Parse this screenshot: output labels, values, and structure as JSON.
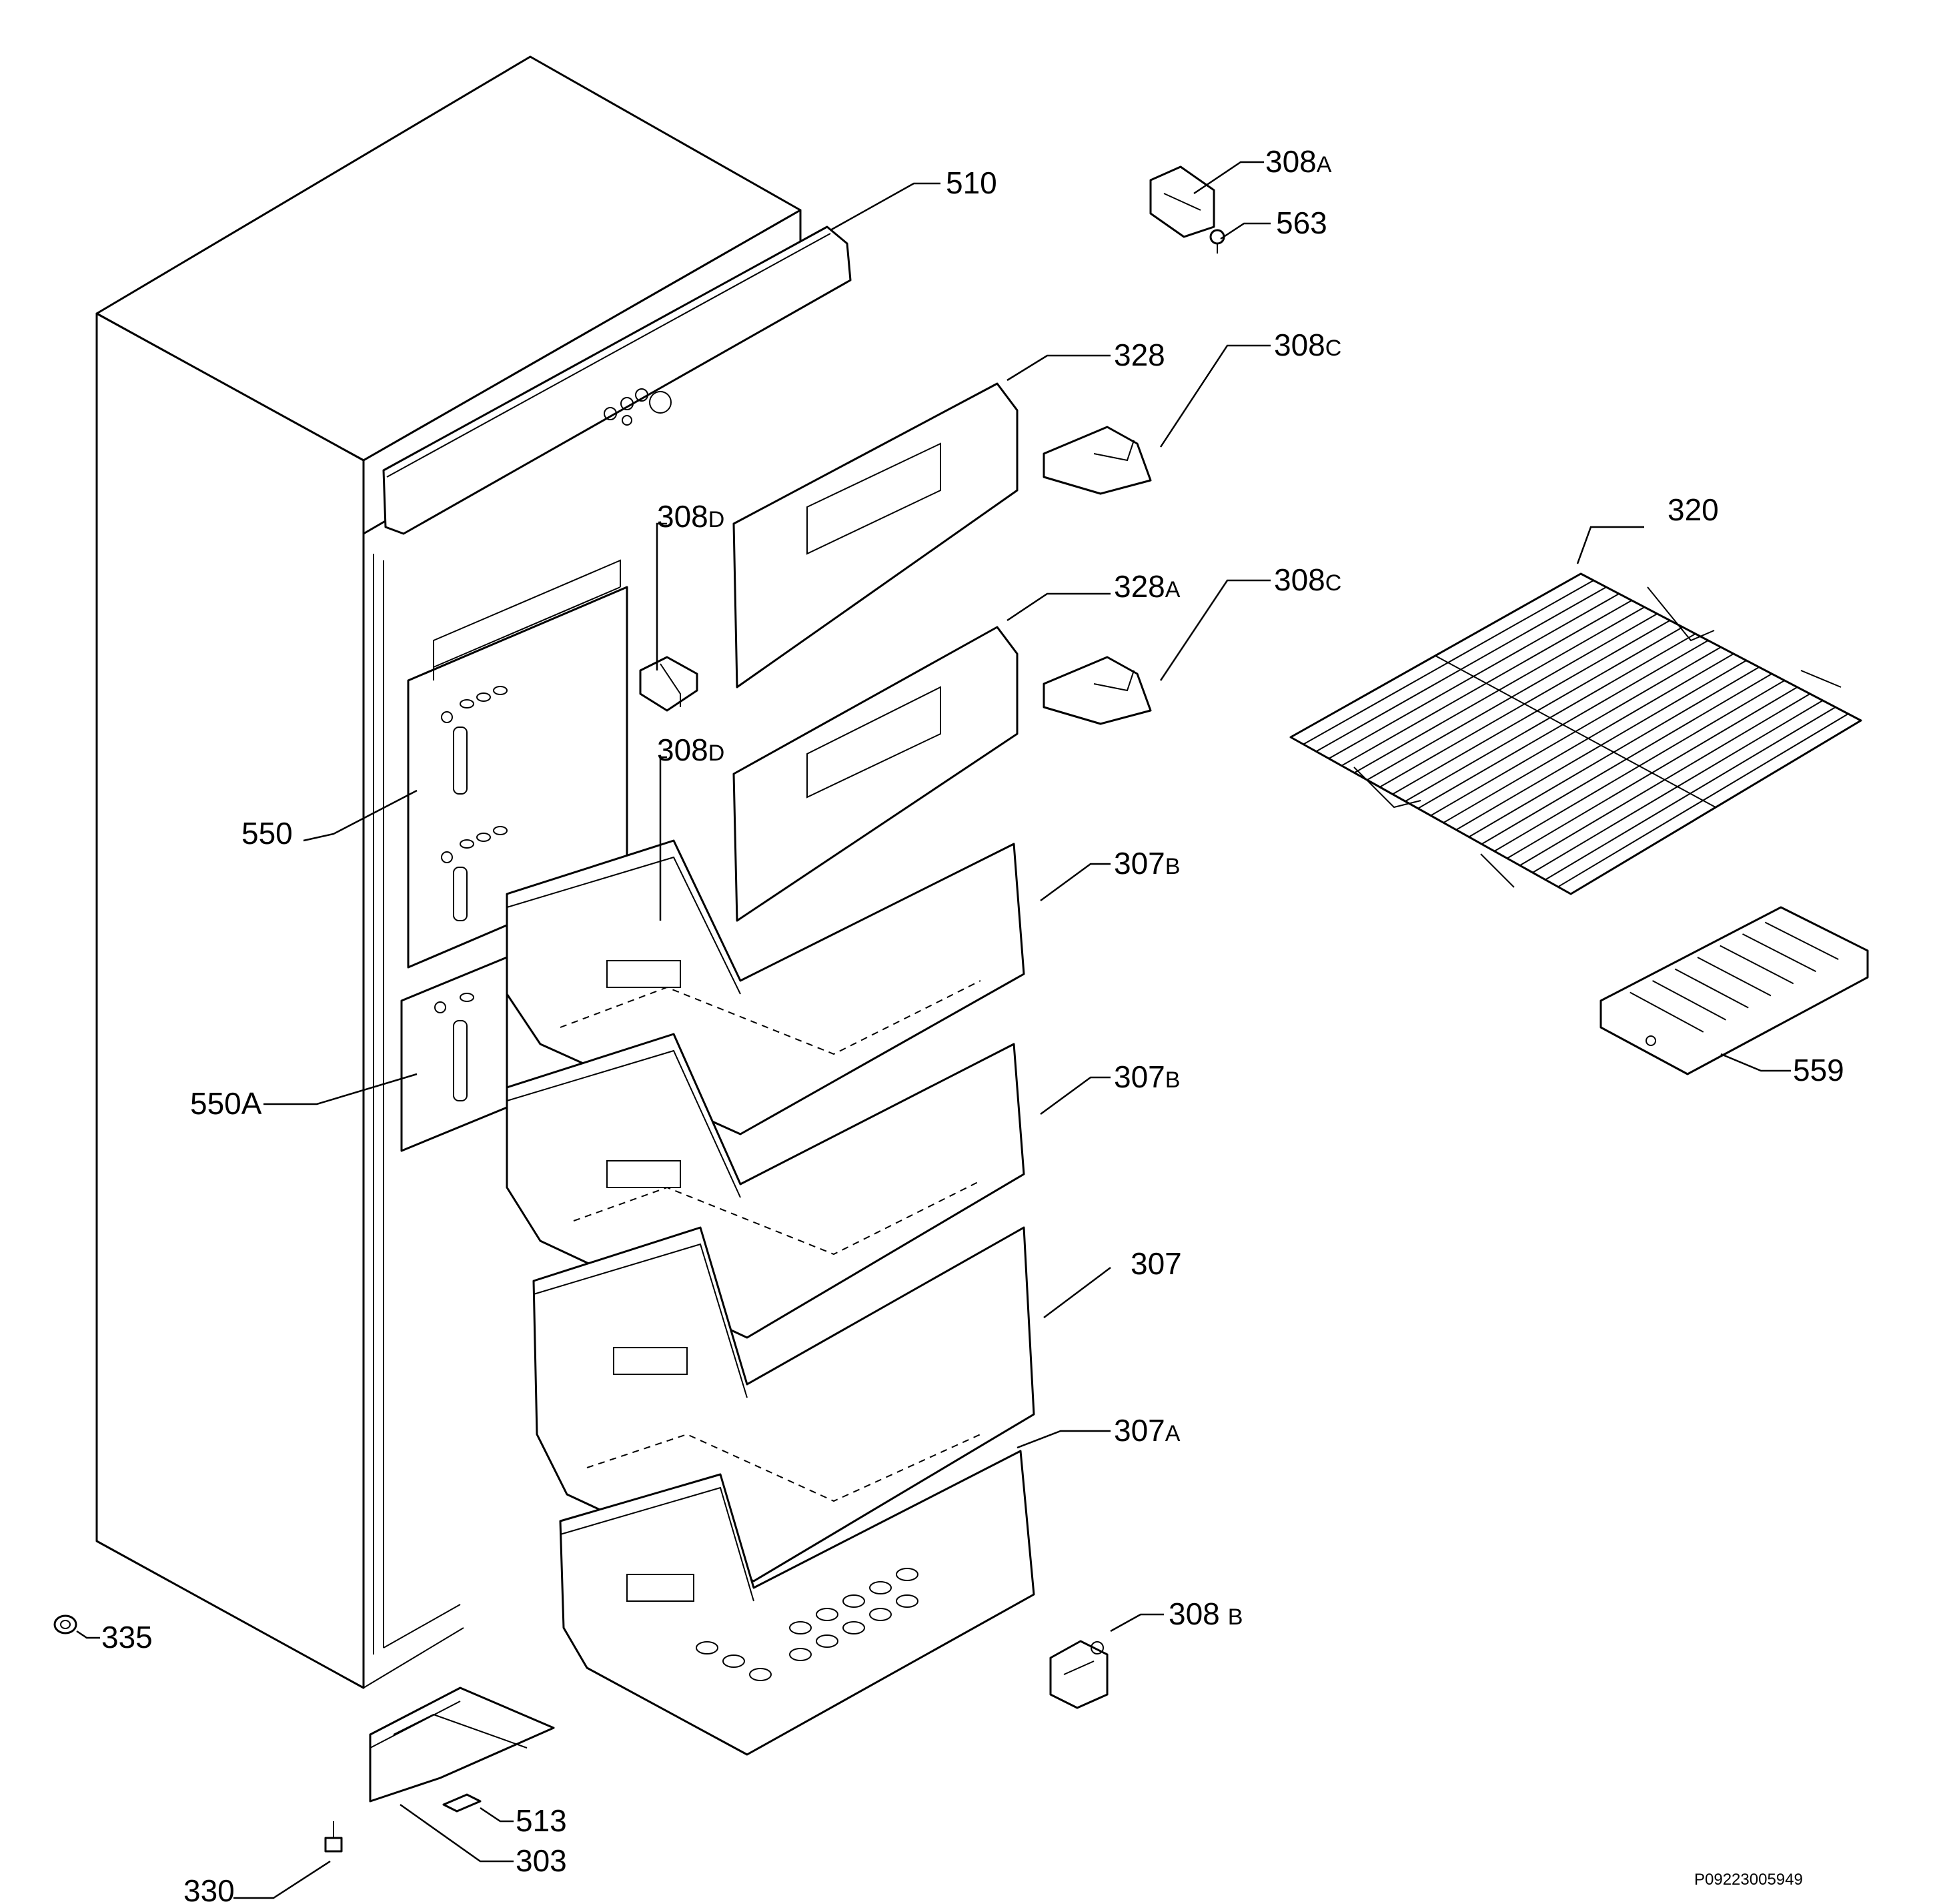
{
  "diagram": {
    "code": "P09223005949",
    "parts": [
      {
        "id": "p510",
        "num": "510",
        "suffix": ""
      },
      {
        "id": "p308A",
        "num": "308",
        "suffix": "A"
      },
      {
        "id": "p563",
        "num": "563",
        "suffix": ""
      },
      {
        "id": "p328",
        "num": "328",
        "suffix": ""
      },
      {
        "id": "p308C1",
        "num": "308",
        "suffix": "C"
      },
      {
        "id": "p320",
        "num": "320",
        "suffix": ""
      },
      {
        "id": "p308D1",
        "num": "308",
        "suffix": "D"
      },
      {
        "id": "p328A",
        "num": "328",
        "suffix": "A"
      },
      {
        "id": "p308C2",
        "num": "308",
        "suffix": "C"
      },
      {
        "id": "p308D2",
        "num": "308",
        "suffix": "D"
      },
      {
        "id": "p550",
        "num": "550",
        "suffix": ""
      },
      {
        "id": "p307B1",
        "num": "307",
        "suffix": "B"
      },
      {
        "id": "p559",
        "num": "559",
        "suffix": ""
      },
      {
        "id": "p307B2",
        "num": "307",
        "suffix": "B"
      },
      {
        "id": "p550A",
        "num": "550A",
        "suffix": ""
      },
      {
        "id": "p307",
        "num": "307",
        "suffix": ""
      },
      {
        "id": "p307A",
        "num": "307",
        "suffix": "A"
      },
      {
        "id": "p308B",
        "num": "308",
        "suffix": "B"
      },
      {
        "id": "p335",
        "num": "335",
        "suffix": ""
      },
      {
        "id": "p513",
        "num": "513",
        "suffix": ""
      },
      {
        "id": "p303",
        "num": "303",
        "suffix": ""
      },
      {
        "id": "p330",
        "num": "330",
        "suffix": ""
      }
    ]
  }
}
